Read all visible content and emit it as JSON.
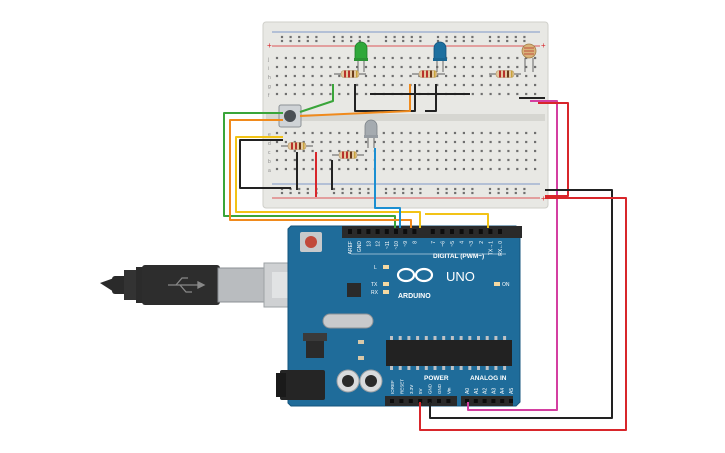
{
  "arduino": {
    "brand": "ARDUINO",
    "model": "UNO",
    "digital_label": "DIGITAL (PWM~)",
    "power_label": "POWER",
    "analog_label": "ANALOG IN",
    "on_label": "ON",
    "tx_label": "TX",
    "rx_label": "RX",
    "l_label": "L",
    "digital_pins": [
      "AREF",
      "GND",
      "13",
      "12",
      "~11",
      "~10",
      "~9",
      "8",
      "7",
      "~6",
      "~5",
      "4",
      "~3",
      "2",
      "TX→1",
      "RX←0"
    ],
    "power_pins": [
      "IOREF",
      "RESET",
      "3.3V",
      "5V",
      "GND",
      "GND",
      "Vin"
    ],
    "analog_pins": [
      "A0",
      "A1",
      "A2",
      "A3",
      "A4",
      "A5"
    ]
  },
  "breadboard": {
    "row_letters_top": [
      "j",
      "i",
      "h",
      "g",
      "f"
    ],
    "row_letters_bottom": [
      "e",
      "d",
      "c",
      "b",
      "a"
    ],
    "rail_plus": "+",
    "rail_minus": "−"
  },
  "components": {
    "leds": [
      {
        "name": "green-led",
        "color": "#2fa83a"
      },
      {
        "name": "blue-led",
        "color": "#1c6f9f"
      },
      {
        "name": "gray-led",
        "color": "#9aa0a6"
      }
    ],
    "wire_colors": {
      "red": "#d8262b",
      "black": "#222222",
      "orange": "#f08a1c",
      "yellow": "#f2c316",
      "green": "#3aa53a",
      "blue": "#1b8fd2",
      "pink": "#d43fa1"
    },
    "board_color": "#1f6c9a"
  }
}
